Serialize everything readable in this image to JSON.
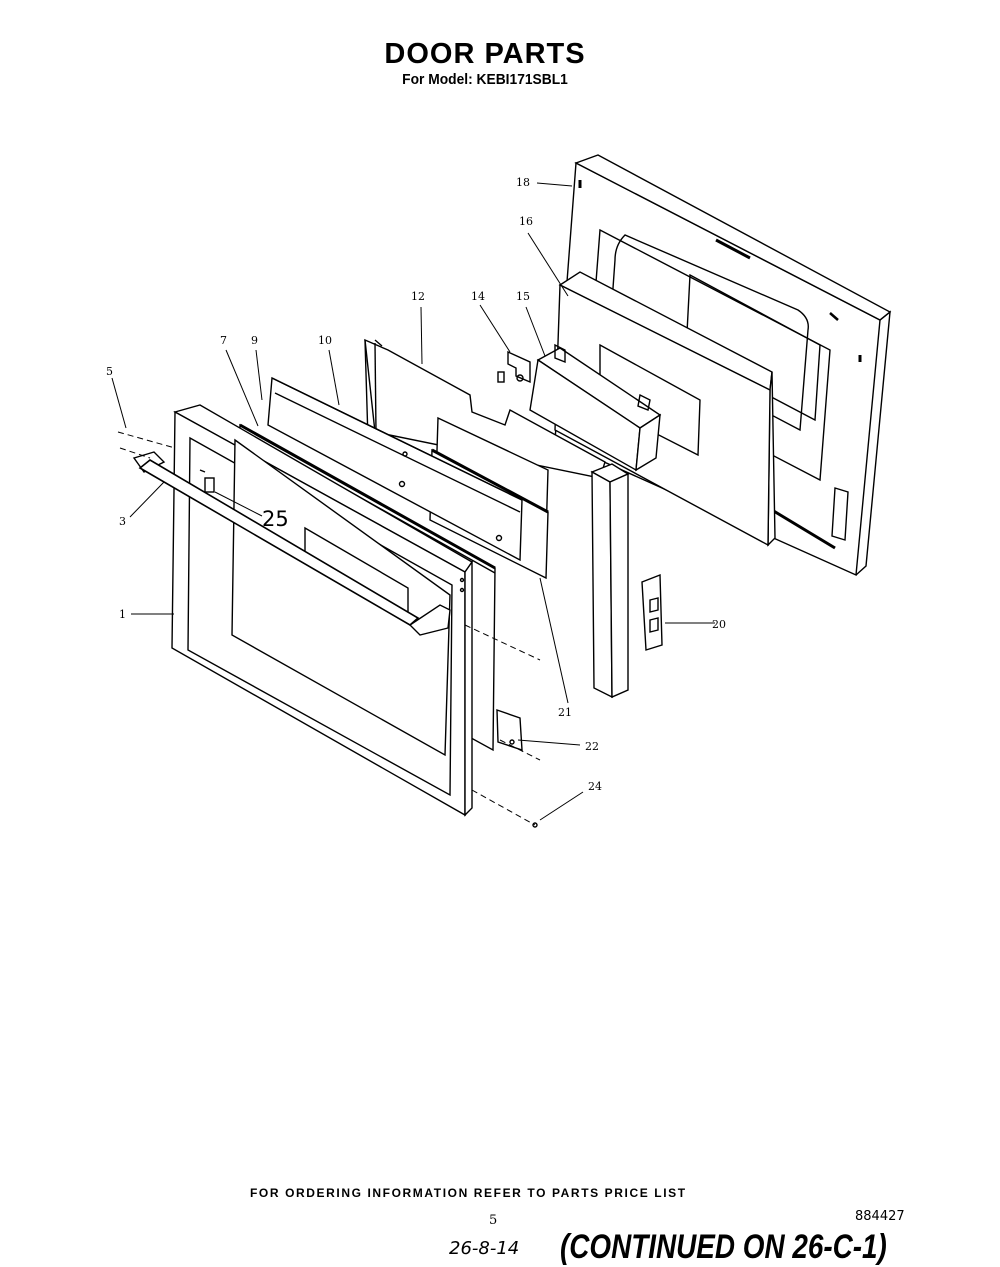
{
  "header": {
    "title": "DOOR PARTS",
    "model_line": "For Model: KEBI171SBL1"
  },
  "callouts": {
    "c1": "1",
    "c3": "3",
    "c5": "5",
    "c7": "7",
    "c9": "9",
    "c10": "10",
    "c12": "12",
    "c14": "14",
    "c15": "15",
    "c16": "16",
    "c18": "18",
    "c20": "20",
    "c21": "21",
    "c22": "22",
    "c24": "24",
    "c25": "25"
  },
  "footer": {
    "ordering_note": "FOR ORDERING INFORMATION REFER TO PARTS PRICE LIST",
    "page_number": "5",
    "drawing_number": "884427",
    "handwritten_date": "26-8-14",
    "handwritten_continued": "(CONTINUED ON 26-C-1)"
  }
}
